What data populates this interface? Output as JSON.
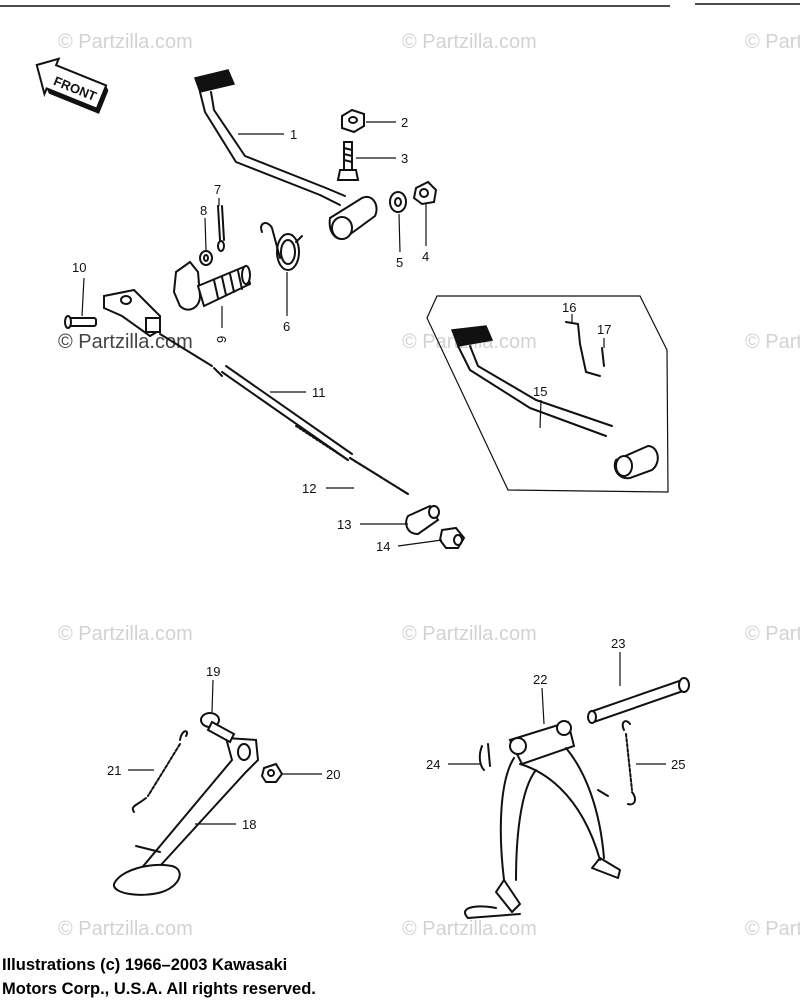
{
  "watermark": "© Partzilla.com",
  "front_label": "FRONT",
  "callouts": [
    "1",
    "2",
    "3",
    "4",
    "5",
    "6",
    "7",
    "8",
    "9",
    "10",
    "11",
    "12",
    "13",
    "14",
    "15",
    "16",
    "17",
    "18",
    "19",
    "20",
    "21",
    "22",
    "23",
    "24",
    "25"
  ],
  "copyright": {
    "line1": "Illustrations (c) 1966–2003 Kawasaki",
    "line2": "Motors Corp., U.S.A.  All rights reserved."
  }
}
